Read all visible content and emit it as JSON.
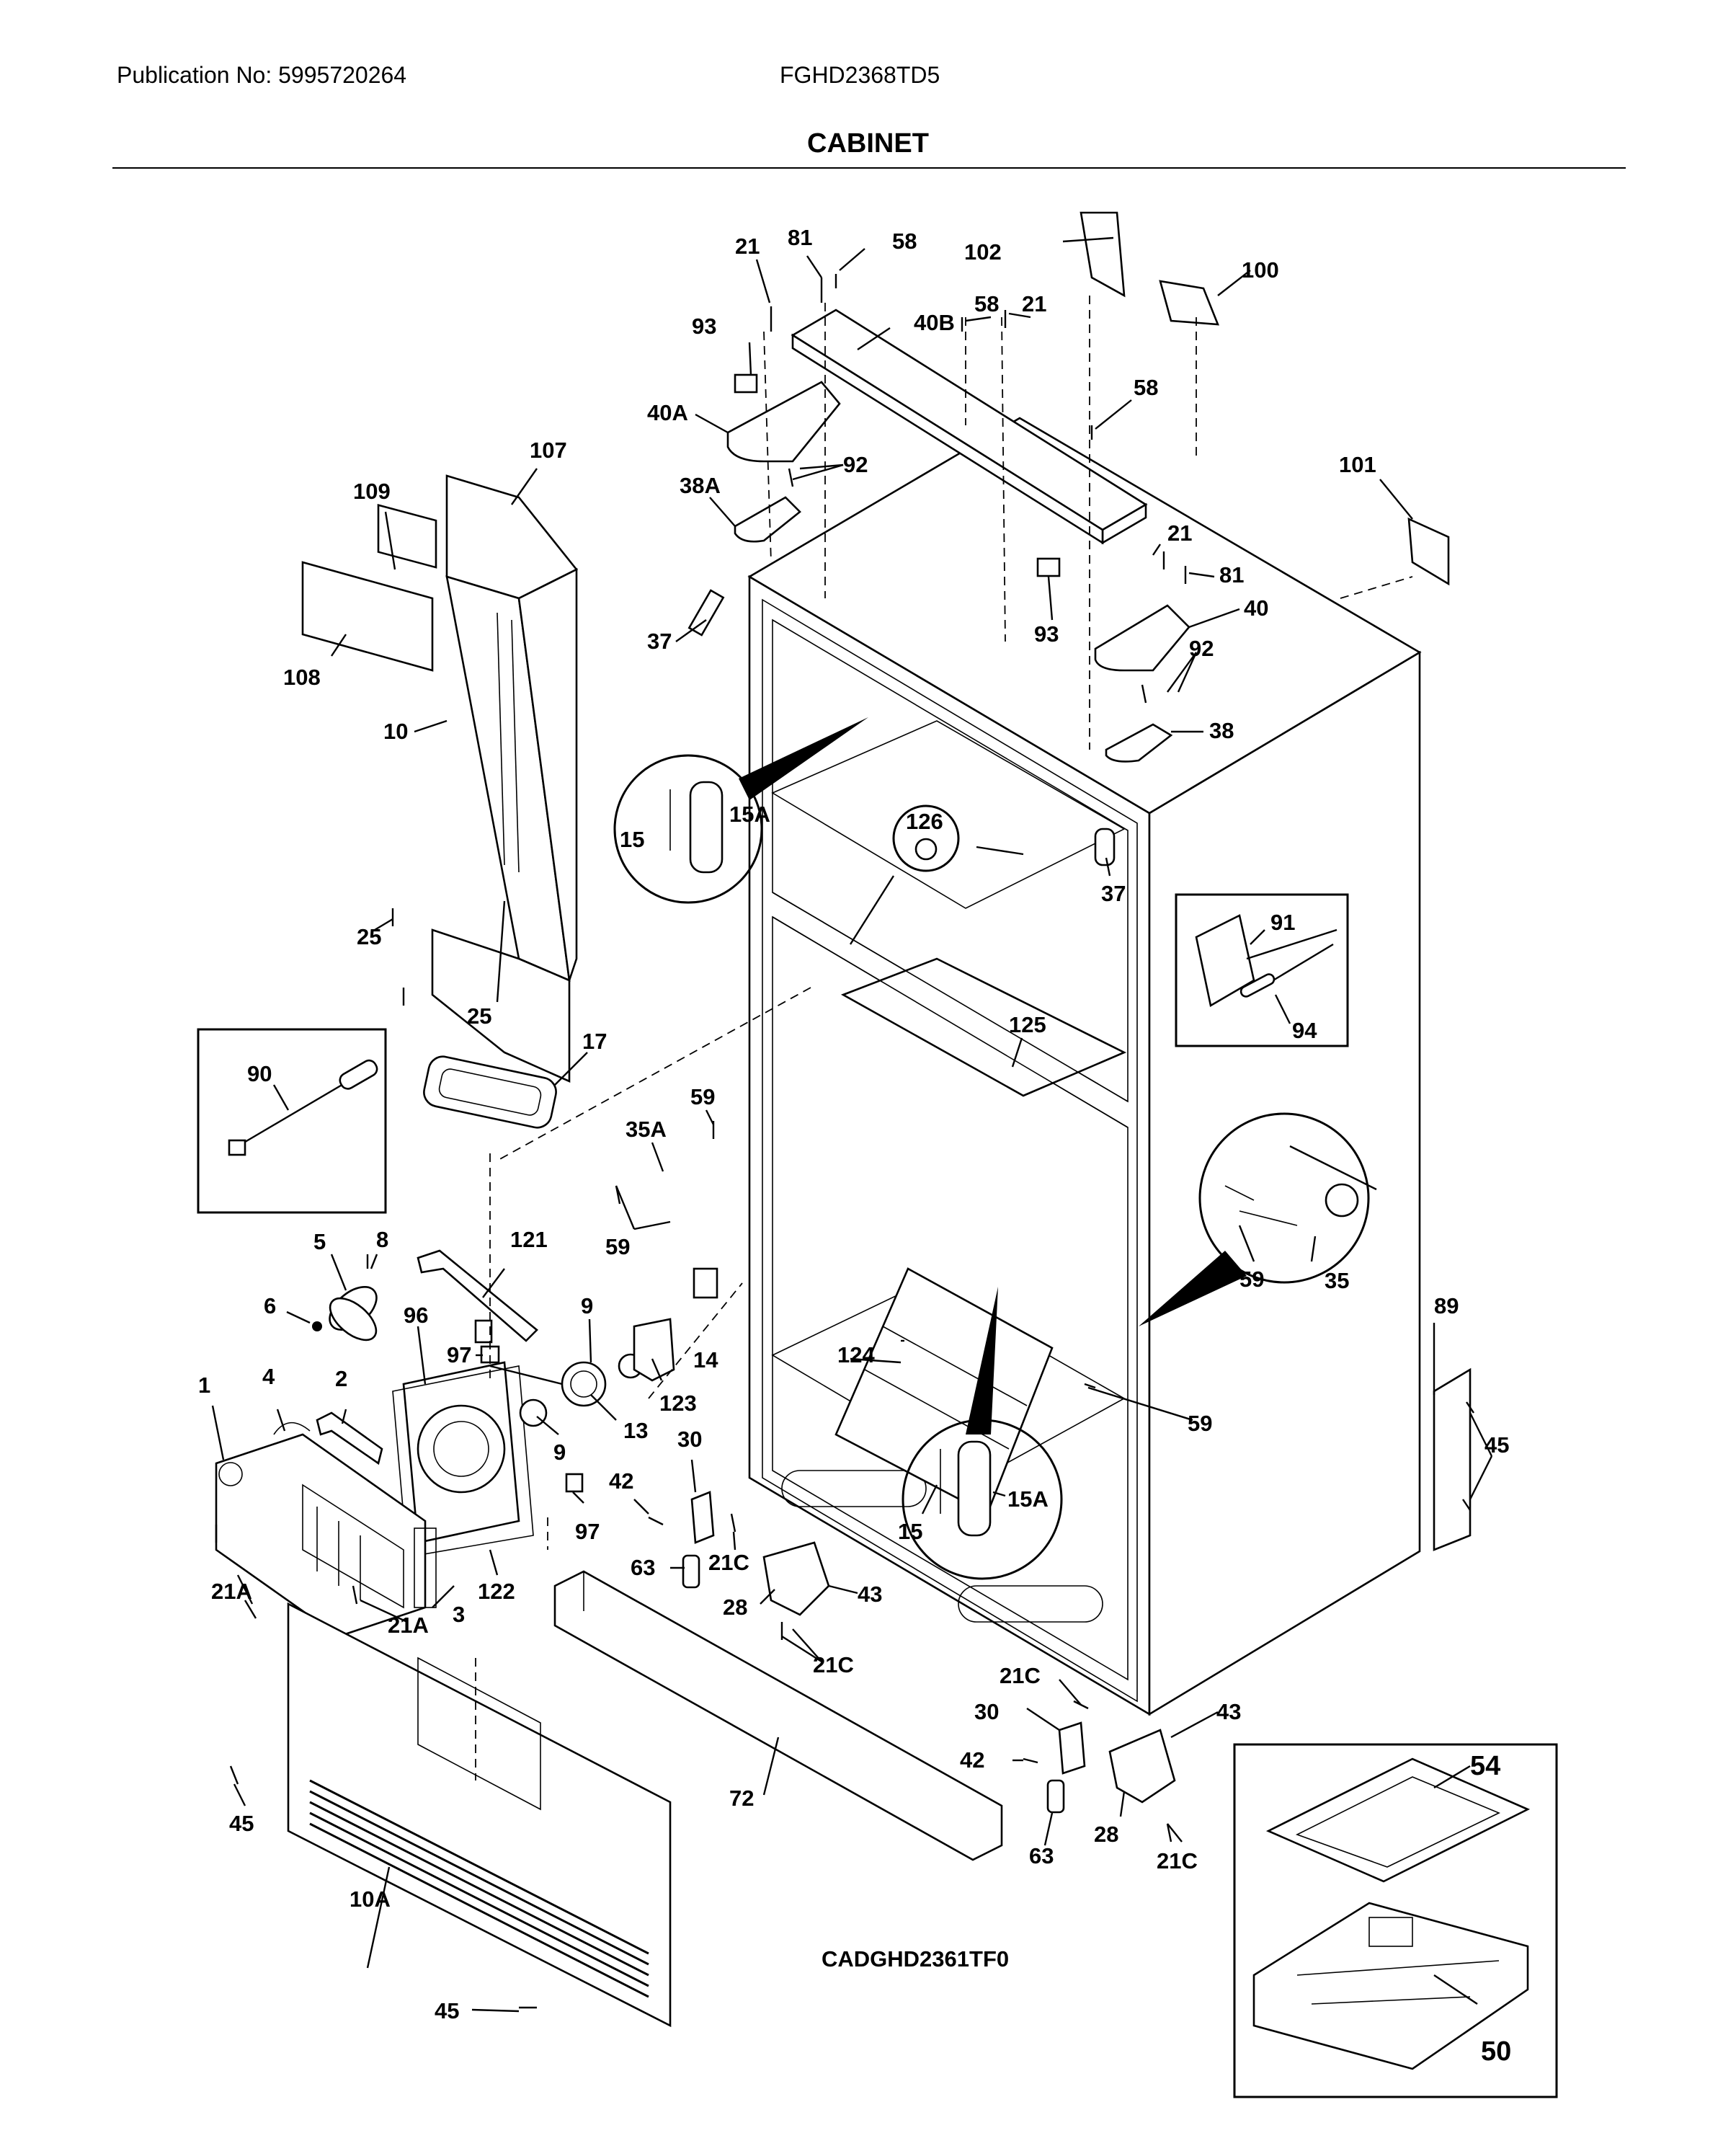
{
  "header": {
    "publication": "Publication No: 5995720264",
    "model": "FGHD2368TD5",
    "section_title": "CABINET"
  },
  "diagram": {
    "code": "CADGHD2361TF0",
    "callouts": [
      {
        "id": "c-102",
        "label": "102"
      },
      {
        "id": "c-100",
        "label": "100"
      },
      {
        "id": "c-21a",
        "label": "21"
      },
      {
        "id": "c-81a",
        "label": "81"
      },
      {
        "id": "c-58a",
        "label": "58"
      },
      {
        "id": "c-40b",
        "label": "40B"
      },
      {
        "id": "c-58b",
        "label": "58"
      },
      {
        "id": "c-21b",
        "label": "21"
      },
      {
        "id": "c-93a",
        "label": "93"
      },
      {
        "id": "c-58c",
        "label": "58"
      },
      {
        "id": "c-40a",
        "label": "40A"
      },
      {
        "id": "c-92a",
        "label": "92"
      },
      {
        "id": "c-38a",
        "label": "38A"
      },
      {
        "id": "c-101",
        "label": "101"
      },
      {
        "id": "c-107",
        "label": "107"
      },
      {
        "id": "c-109",
        "label": "109"
      },
      {
        "id": "c-21c",
        "label": "21"
      },
      {
        "id": "c-81b",
        "label": "81"
      },
      {
        "id": "c-37a",
        "label": "37"
      },
      {
        "id": "c-93b",
        "label": "93"
      },
      {
        "id": "c-40",
        "label": "40"
      },
      {
        "id": "c-108",
        "label": "108"
      },
      {
        "id": "c-92b",
        "label": "92"
      },
      {
        "id": "c-10",
        "label": "10"
      },
      {
        "id": "c-38",
        "label": "38"
      },
      {
        "id": "c-15a-top",
        "label": "15A"
      },
      {
        "id": "c-15-top",
        "label": "15"
      },
      {
        "id": "c-126",
        "label": "126"
      },
      {
        "id": "c-37b",
        "label": "37"
      },
      {
        "id": "c-25a",
        "label": "25"
      },
      {
        "id": "c-91",
        "label": "91"
      },
      {
        "id": "c-94",
        "label": "94"
      },
      {
        "id": "c-25b",
        "label": "25"
      },
      {
        "id": "c-125",
        "label": "125"
      },
      {
        "id": "c-17",
        "label": "17"
      },
      {
        "id": "c-90",
        "label": "90"
      },
      {
        "id": "c-59a",
        "label": "59"
      },
      {
        "id": "c-35a",
        "label": "35A"
      },
      {
        "id": "c-59b",
        "label": "59"
      },
      {
        "id": "c-59c",
        "label": "59"
      },
      {
        "id": "c-35",
        "label": "35"
      },
      {
        "id": "c-5",
        "label": "5"
      },
      {
        "id": "c-8",
        "label": "8"
      },
      {
        "id": "c-121",
        "label": "121"
      },
      {
        "id": "c-6",
        "label": "6"
      },
      {
        "id": "c-96",
        "label": "96"
      },
      {
        "id": "c-9a",
        "label": "9"
      },
      {
        "id": "c-14",
        "label": "14"
      },
      {
        "id": "c-89",
        "label": "89"
      },
      {
        "id": "c-97a",
        "label": "97"
      },
      {
        "id": "c-124",
        "label": "124"
      },
      {
        "id": "c-123",
        "label": "123"
      },
      {
        "id": "c-1",
        "label": "1"
      },
      {
        "id": "c-4",
        "label": "4"
      },
      {
        "id": "c-2",
        "label": "2"
      },
      {
        "id": "c-13",
        "label": "13"
      },
      {
        "id": "c-9b",
        "label": "9"
      },
      {
        "id": "c-30a",
        "label": "30"
      },
      {
        "id": "c-59d",
        "label": "59"
      },
      {
        "id": "c-45a",
        "label": "45"
      },
      {
        "id": "c-42a",
        "label": "42"
      },
      {
        "id": "c-15b",
        "label": "15"
      },
      {
        "id": "c-15a-bot",
        "label": "15A"
      },
      {
        "id": "c-97b",
        "label": "97"
      },
      {
        "id": "c-21c-a",
        "label": "21C"
      },
      {
        "id": "c-63a",
        "label": "63"
      },
      {
        "id": "c-21a-a",
        "label": "21A"
      },
      {
        "id": "c-122",
        "label": "122"
      },
      {
        "id": "c-28a",
        "label": "28"
      },
      {
        "id": "c-43a",
        "label": "43"
      },
      {
        "id": "c-21a-b",
        "label": "21A"
      },
      {
        "id": "c-3",
        "label": "3"
      },
      {
        "id": "c-21c-b",
        "label": "21C"
      },
      {
        "id": "c-21c-c",
        "label": "21C"
      },
      {
        "id": "c-30b",
        "label": "30"
      },
      {
        "id": "c-43b",
        "label": "43"
      },
      {
        "id": "c-42b",
        "label": "42"
      },
      {
        "id": "c-54",
        "label": "54"
      },
      {
        "id": "c-72",
        "label": "72"
      },
      {
        "id": "c-28b",
        "label": "28"
      },
      {
        "id": "c-45b",
        "label": "45"
      },
      {
        "id": "c-63b",
        "label": "63"
      },
      {
        "id": "c-21c-d",
        "label": "21C"
      },
      {
        "id": "c-10a",
        "label": "10A"
      },
      {
        "id": "c-45c",
        "label": "45"
      },
      {
        "id": "c-50",
        "label": "50"
      }
    ]
  }
}
